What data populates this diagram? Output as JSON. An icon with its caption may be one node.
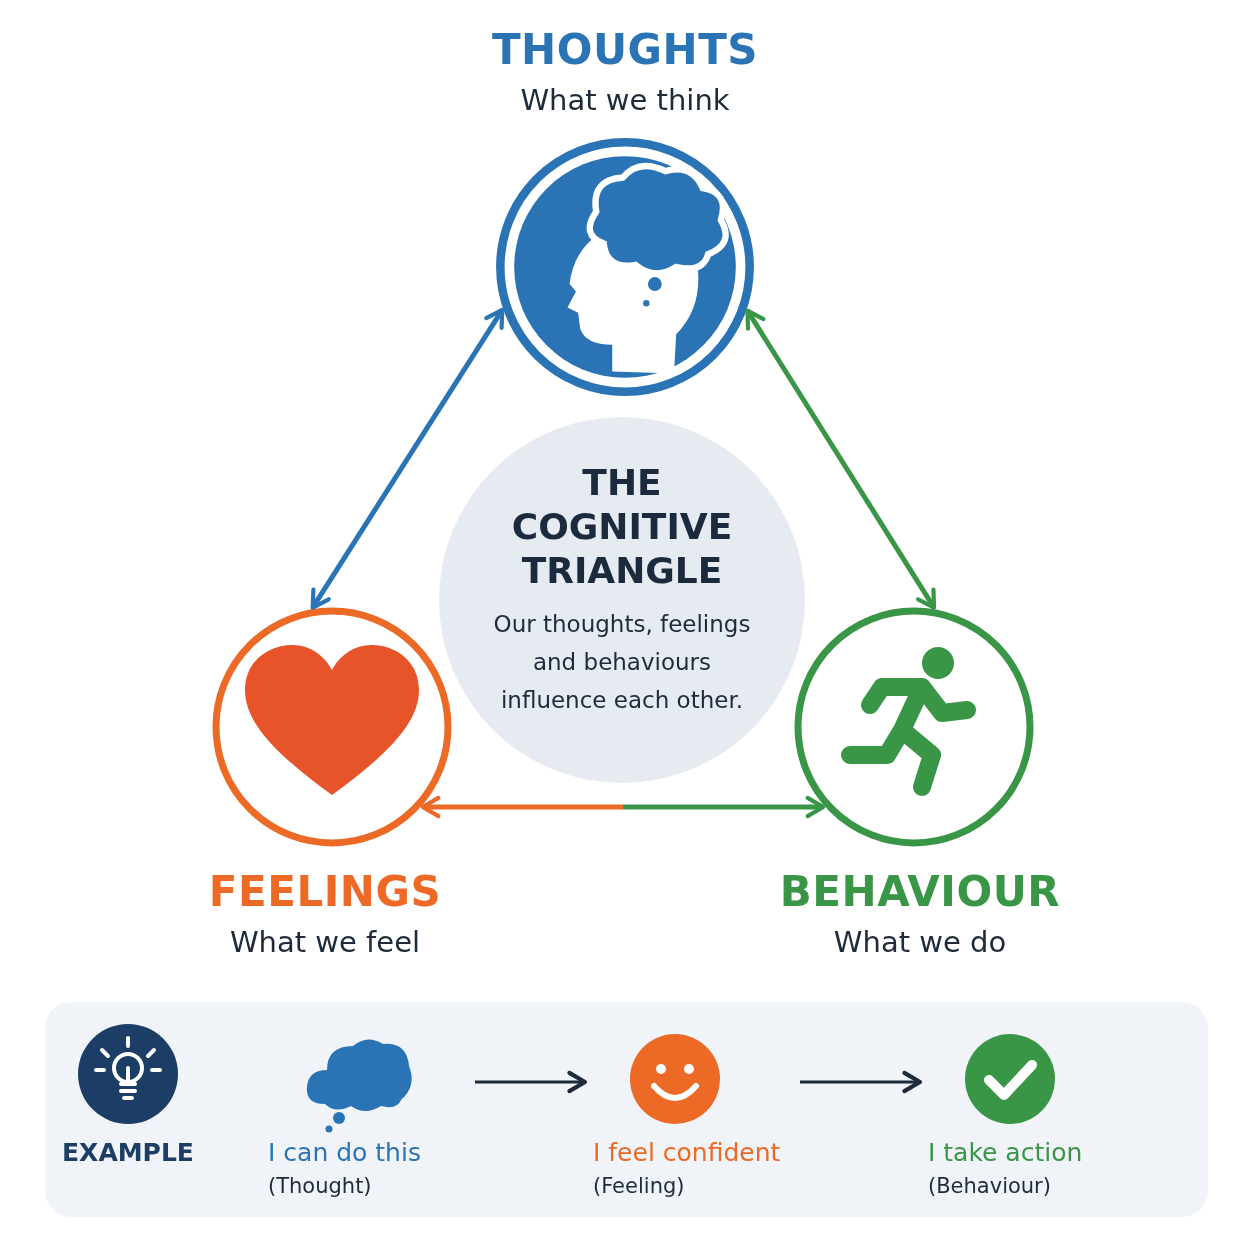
{
  "diagram": {
    "nodes": [
      {
        "text": [
          "THOUGHTS",
          "What we think"
        ]
      },
      {
        "text": [
          "FEELINGS",
          "What we feel"
        ]
      },
      {
        "text": [
          "BEHAVIOUR",
          "What we do"
        ]
      },
      {
        "text": [
          "THE COGNITIVE TRIANGLE",
          "Our thoughts, feelings and behaviours influence each other."
        ]
      },
      {
        "text": [
          "EXAMPLE"
        ]
      },
      {
        "text": [
          "I can do this",
          "(Thought)"
        ],
        "in": 4
      },
      {
        "text": [
          "I feel confident",
          "(Feeling)"
        ],
        "in": 4
      },
      {
        "text": [
          "I take action",
          "(Behaviour)"
        ],
        "in": 4
      }
    ],
    "edges": [
      {
        "from": 0,
        "to": 1,
        "arrow": "both",
        "color": "#2a73b5"
      },
      {
        "from": 0,
        "to": 2,
        "arrow": "both",
        "color": "#3a9647"
      },
      {
        "from": 1,
        "to": 2,
        "arrow": "both",
        "color": "#ec6a25"
      },
      {
        "from": 5,
        "to": 6,
        "arrow": "to",
        "color": "#1d2b3a"
      },
      {
        "from": 6,
        "to": 7,
        "arrow": "to",
        "color": "#1d2b3a"
      }
    ]
  }
}
